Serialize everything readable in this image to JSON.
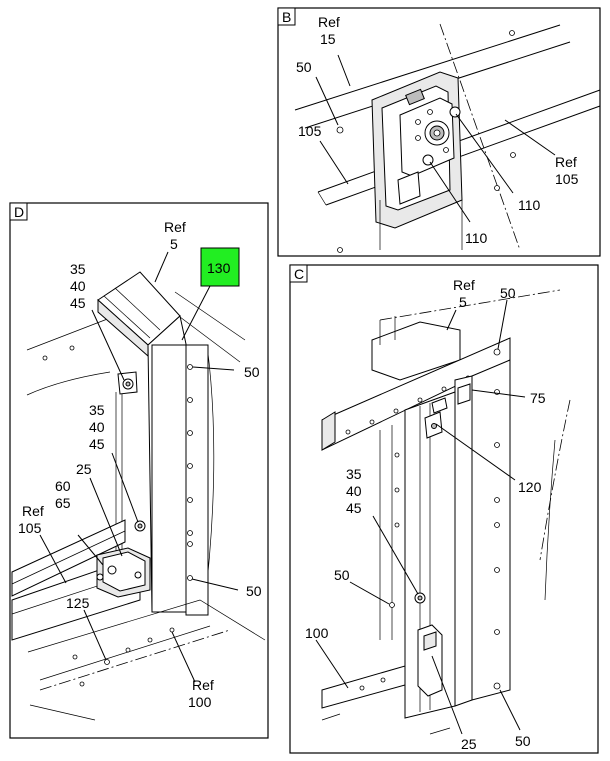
{
  "views": {
    "b": {
      "tag": "B",
      "callouts": {
        "ref15_a": "Ref",
        "ref15_b": "15",
        "n50": "50",
        "n105": "105",
        "ref105_a": "Ref",
        "ref105_b": "105",
        "n110_right": "110",
        "n110_bottom": "110"
      }
    },
    "d": {
      "tag": "D",
      "callouts": {
        "ref5_a": "Ref",
        "ref5_b": "5",
        "n130": "130",
        "top_35": "35",
        "top_40": "40",
        "top_45": "45",
        "n50_top": "50",
        "mid_35": "35",
        "mid_40": "40",
        "mid_45": "45",
        "n25": "25",
        "n60": "60",
        "n65": "65",
        "ref105_a": "Ref",
        "ref105_b": "105",
        "n50_bottom": "50",
        "n125": "125",
        "ref100_a": "Ref",
        "ref100_b": "100"
      }
    },
    "c": {
      "tag": "C",
      "callouts": {
        "ref5_a": "Ref",
        "ref5_b": "5",
        "n50_top": "50",
        "n75": "75",
        "n120": "120",
        "n35": "35",
        "n40": "40",
        "n45": "45",
        "n50_left": "50",
        "n100": "100",
        "n25": "25",
        "n50_bottom": "50"
      }
    }
  },
  "highlight_color": "#22ee22"
}
